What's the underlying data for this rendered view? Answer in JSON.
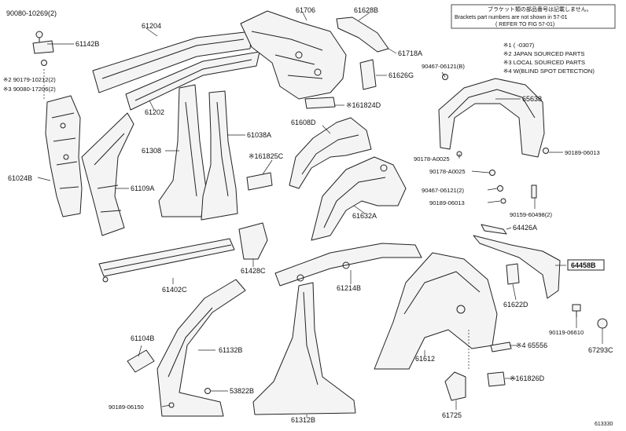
{
  "notice": {
    "line1": "ブラケット類の部品番号は記載しません。",
    "line2": "Brackets part numbers are not shown in 57-01",
    "line3": "( REFER TO FIG 57-01)"
  },
  "legend": [
    "※1  (   -0307)",
    "※2 JAPAN SOURCED PARTS",
    "※3 LOCAL SOURCED PARTS",
    "※4 W(BLIND SPOT DETECTION)"
  ],
  "labels": {
    "p9008010269": "90080-10269(2)",
    "p61142B": "61142B",
    "p61204": "61204",
    "p61706": "61706",
    "p61628B": "61628B",
    "p61718A": "61718A",
    "p61626G": "61626G",
    "p9017910212": "※2 90179-10212(2)",
    "p9008017206": "※3 90080-17206(2)",
    "p61202": "61202",
    "p61824D": "※161824D",
    "p61608D": "61608D",
    "p61024B": "61024B",
    "p61308": "61308",
    "p61038A": "61038A",
    "p61825C": "※161825C",
    "p61109A": "61109A",
    "p61632A": "61632A",
    "p9046706121B": "90467-06121(B)",
    "p65638": "65638",
    "p90178A0025a": "90178-A0025",
    "p90178A0025b": "90178-A0025",
    "p9018906013a": "90189-06013",
    "p9046706121_2": "90467-06121(2)",
    "p9018906013b": "90189-06013",
    "p9015906498": "90159-60498(2)",
    "p64426A": "64426A",
    "p64458B": "64458B",
    "p61402C": "61402C",
    "p61428C": "61428C",
    "p61214B": "61214B",
    "p61622D": "61622D",
    "p9011906610": "90119-06610",
    "p67293C": "67293C",
    "p61104B": "61104B",
    "p61132B": "61132B",
    "p65556": "※4 65556",
    "p61612": "61612",
    "p61826D": "※161826D",
    "p53822B": "53822B",
    "p9018906150": "90189-06150",
    "p61312B": "61312B",
    "p61725": "61725",
    "p613330": "613330"
  }
}
